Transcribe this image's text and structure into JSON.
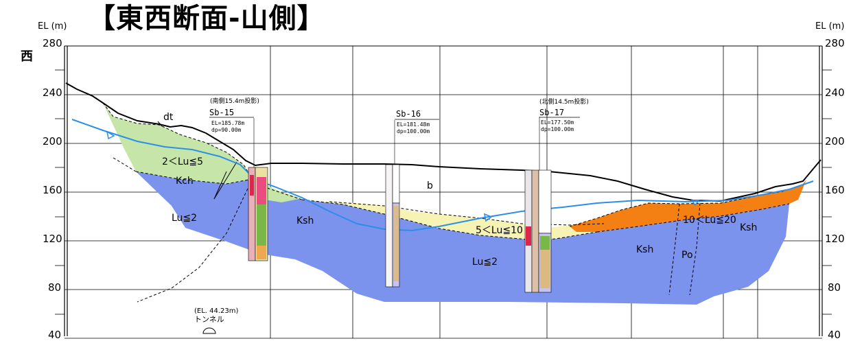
{
  "title": "【東西断面-山側】",
  "direction_label": "西",
  "axis": {
    "unit_label_left": "EL (m)",
    "unit_label_right": "EL (m)",
    "ticks_left": [
      "280",
      "240",
      "200",
      "160",
      "120",
      "80",
      "40"
    ],
    "ticks_right": [
      "280",
      "240",
      "200",
      "160",
      "120",
      "80",
      "40"
    ]
  },
  "boreholes": [
    {
      "note": "(南側15.4m投影)",
      "name": "Sb-15",
      "el": "EL=185.78m",
      "dp": "dp=90.00m"
    },
    {
      "note": "",
      "name": "Sb-16",
      "el": "EL=181.48m",
      "dp": "dp=100.00m"
    },
    {
      "note": "(北側14.5m投影)",
      "name": "Sb-17",
      "el": "EL=177.50m",
      "dp": "dp=100.00m"
    }
  ],
  "layers": {
    "dt": "dt",
    "kch": "Kch",
    "ksh_left": "Ksh",
    "ksh_mid": "Ksh",
    "ksh_right": "Ksh",
    "po": "Po",
    "b": "b",
    "lu_green": "2＜Lu≦5",
    "lu_left": "Lu≦2",
    "lu_center": "Lu≦2",
    "lu_yellow": "5＜Lu≦10",
    "lu_orange": "10＜Lu≦20"
  },
  "tunnel": {
    "el": "(EL. 44.23m)",
    "name": "トンネル"
  },
  "colors": {
    "blue_zone": "#7b93ec",
    "green_zone": "#c6e6a9",
    "yellow_zone": "#f6f3b5",
    "orange_zone": "#f47f12",
    "water_line": "#2b8ee8"
  }
}
